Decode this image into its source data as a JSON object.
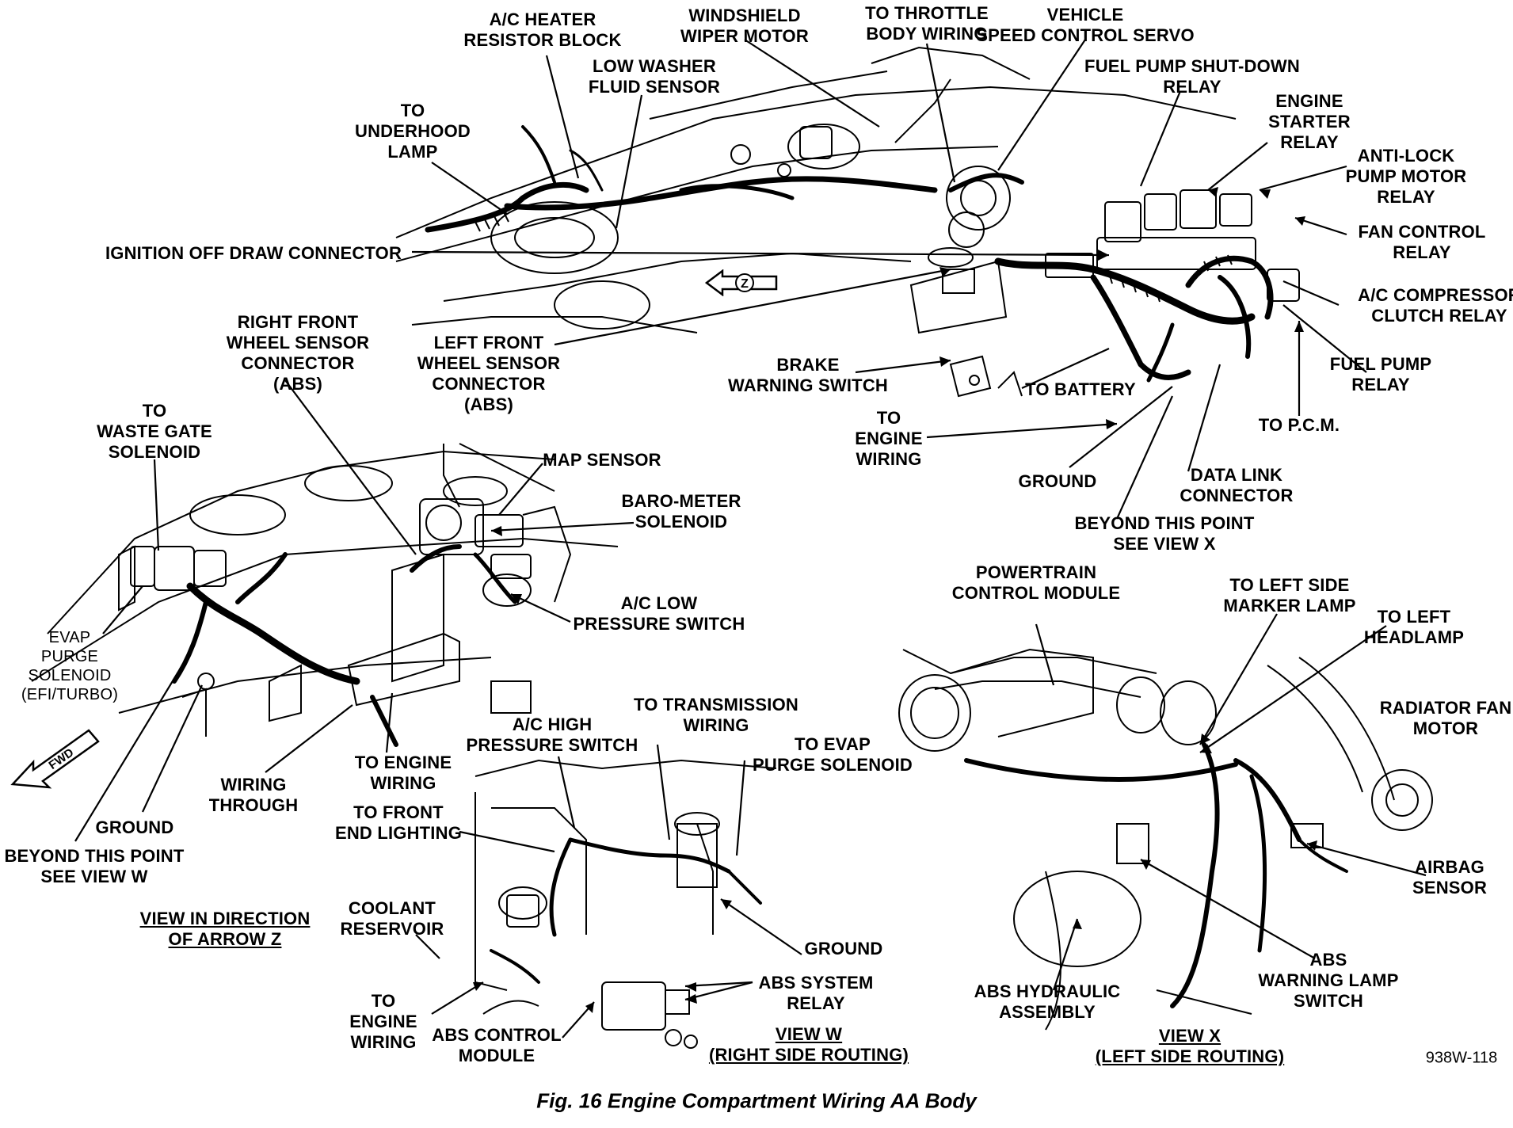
{
  "figure": {
    "caption": "Fig. 16 Engine Compartment Wiring AA Body",
    "reference_code": "938W-118",
    "arrow_z_letter": "Z",
    "fwd_label": "FWD"
  },
  "labels": {
    "ac_heater_resistor_block": [
      "A/C HEATER",
      "RESISTOR BLOCK"
    ],
    "windshield_wiper_motor": [
      "WINDSHIELD",
      "WIPER MOTOR"
    ],
    "to_throttle_body_wiring": [
      "TO THROTTLE",
      "BODY WIRING"
    ],
    "vehicle_speed_control_servo": [
      "VEHICLE",
      "SPEED CONTROL SERVO"
    ],
    "low_washer_fluid_sensor": [
      "LOW WASHER",
      "FLUID SENSOR"
    ],
    "fuel_pump_shutdown_relay": [
      "FUEL PUMP SHUT-DOWN",
      "RELAY"
    ],
    "to_underhood_lamp": [
      "TO",
      "UNDERHOOD",
      "LAMP"
    ],
    "engine_starter_relay": [
      "ENGINE",
      "STARTER",
      "RELAY"
    ],
    "antilock_pump_motor_relay": [
      "ANTI-LOCK",
      "PUMP MOTOR",
      "RELAY"
    ],
    "ignition_off_draw_connector": [
      "IGNITION OFF DRAW CONNECTOR"
    ],
    "fan_control_relay": [
      "FAN CONTROL",
      "RELAY"
    ],
    "ac_compressor_clutch_relay": [
      "A/C COMPRESSOR",
      "CLUTCH RELAY"
    ],
    "right_front_wheel_sensor": [
      "RIGHT FRONT",
      "WHEEL SENSOR",
      "CONNECTOR",
      "(ABS)"
    ],
    "left_front_wheel_sensor": [
      "LEFT FRONT",
      "WHEEL SENSOR",
      "CONNECTOR",
      "(ABS)"
    ],
    "fuel_pump_relay": [
      "FUEL PUMP",
      "RELAY"
    ],
    "brake_warning_switch": [
      "BRAKE",
      "WARNING SWITCH"
    ],
    "to_battery": [
      "TO BATTERY"
    ],
    "to_pcm": [
      "TO P.C.M."
    ],
    "to_waste_gate_solenoid": [
      "TO",
      "WASTE GATE",
      "SOLENOID"
    ],
    "to_engine_wiring_top": [
      "TO",
      "ENGINE",
      "WIRING"
    ],
    "map_sensor": [
      "MAP SENSOR"
    ],
    "ground_top": [
      "GROUND"
    ],
    "data_link_connector": [
      "DATA LINK",
      "CONNECTOR"
    ],
    "barometer_solenoid": [
      "BARO-METER",
      "SOLENOID"
    ],
    "beyond_see_view_x": [
      "BEYOND THIS POINT",
      "SEE VIEW X"
    ],
    "ac_low_pressure_switch": [
      "A/C LOW",
      "PRESSURE SWITCH"
    ],
    "powertrain_control_module": [
      "POWERTRAIN",
      "CONTROL MODULE"
    ],
    "to_left_side_marker_lamp": [
      "TO LEFT SIDE",
      "MARKER LAMP"
    ],
    "to_left_headlamp": [
      "TO LEFT",
      "HEADLAMP"
    ],
    "evap_purge_solenoid": [
      "EVAP",
      "PURGE",
      "SOLENOID",
      "(EFI/TURBO)"
    ],
    "radiator_fan_motor": [
      "RADIATOR FAN",
      "MOTOR"
    ],
    "to_transmission_wiring": [
      "TO TRANSMISSION",
      "WIRING"
    ],
    "ac_high_pressure_switch": [
      "A/C HIGH",
      "PRESSURE SWITCH"
    ],
    "to_evap_purge_solenoid": [
      "TO EVAP",
      "PURGE SOLENOID"
    ],
    "to_engine_wiring_mid": [
      "TO ENGINE",
      "WIRING"
    ],
    "wiring_through": [
      "WIRING",
      "THROUGH"
    ],
    "to_front_end_lighting": [
      "TO FRONT",
      "END LIGHTING"
    ],
    "ground_left": [
      "GROUND"
    ],
    "beyond_see_view_w": [
      "BEYOND THIS POINT",
      "SEE VIEW W"
    ],
    "airbag_sensor": [
      "AIRBAG",
      "SENSOR"
    ],
    "view_arrow_z": [
      "VIEW IN DIRECTION",
      "OF ARROW Z"
    ],
    "coolant_reservoir": [
      "COOLANT",
      "RESERVOIR"
    ],
    "ground_bottom": [
      "GROUND"
    ],
    "abs_warning_lamp_switch": [
      "ABS",
      "WARNING LAMP",
      "SWITCH"
    ],
    "abs_system_relay": [
      "ABS SYSTEM",
      "RELAY"
    ],
    "abs_hydraulic_assembly": [
      "ABS HYDRAULIC",
      "ASSEMBLY"
    ],
    "to_engine_wiring_bottom": [
      "TO",
      "ENGINE",
      "WIRING"
    ],
    "abs_control_module": [
      "ABS CONTROL",
      "MODULE"
    ],
    "view_w": [
      "VIEW W",
      "(RIGHT SIDE ROUTING)"
    ],
    "view_x": [
      "VIEW X",
      "(LEFT SIDE ROUTING)"
    ]
  }
}
